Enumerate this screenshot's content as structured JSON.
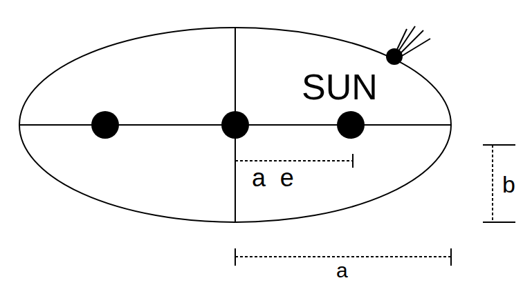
{
  "diagram": {
    "labels": [
      "SUN",
      "a e",
      "b",
      "a"
    ]
  }
}
